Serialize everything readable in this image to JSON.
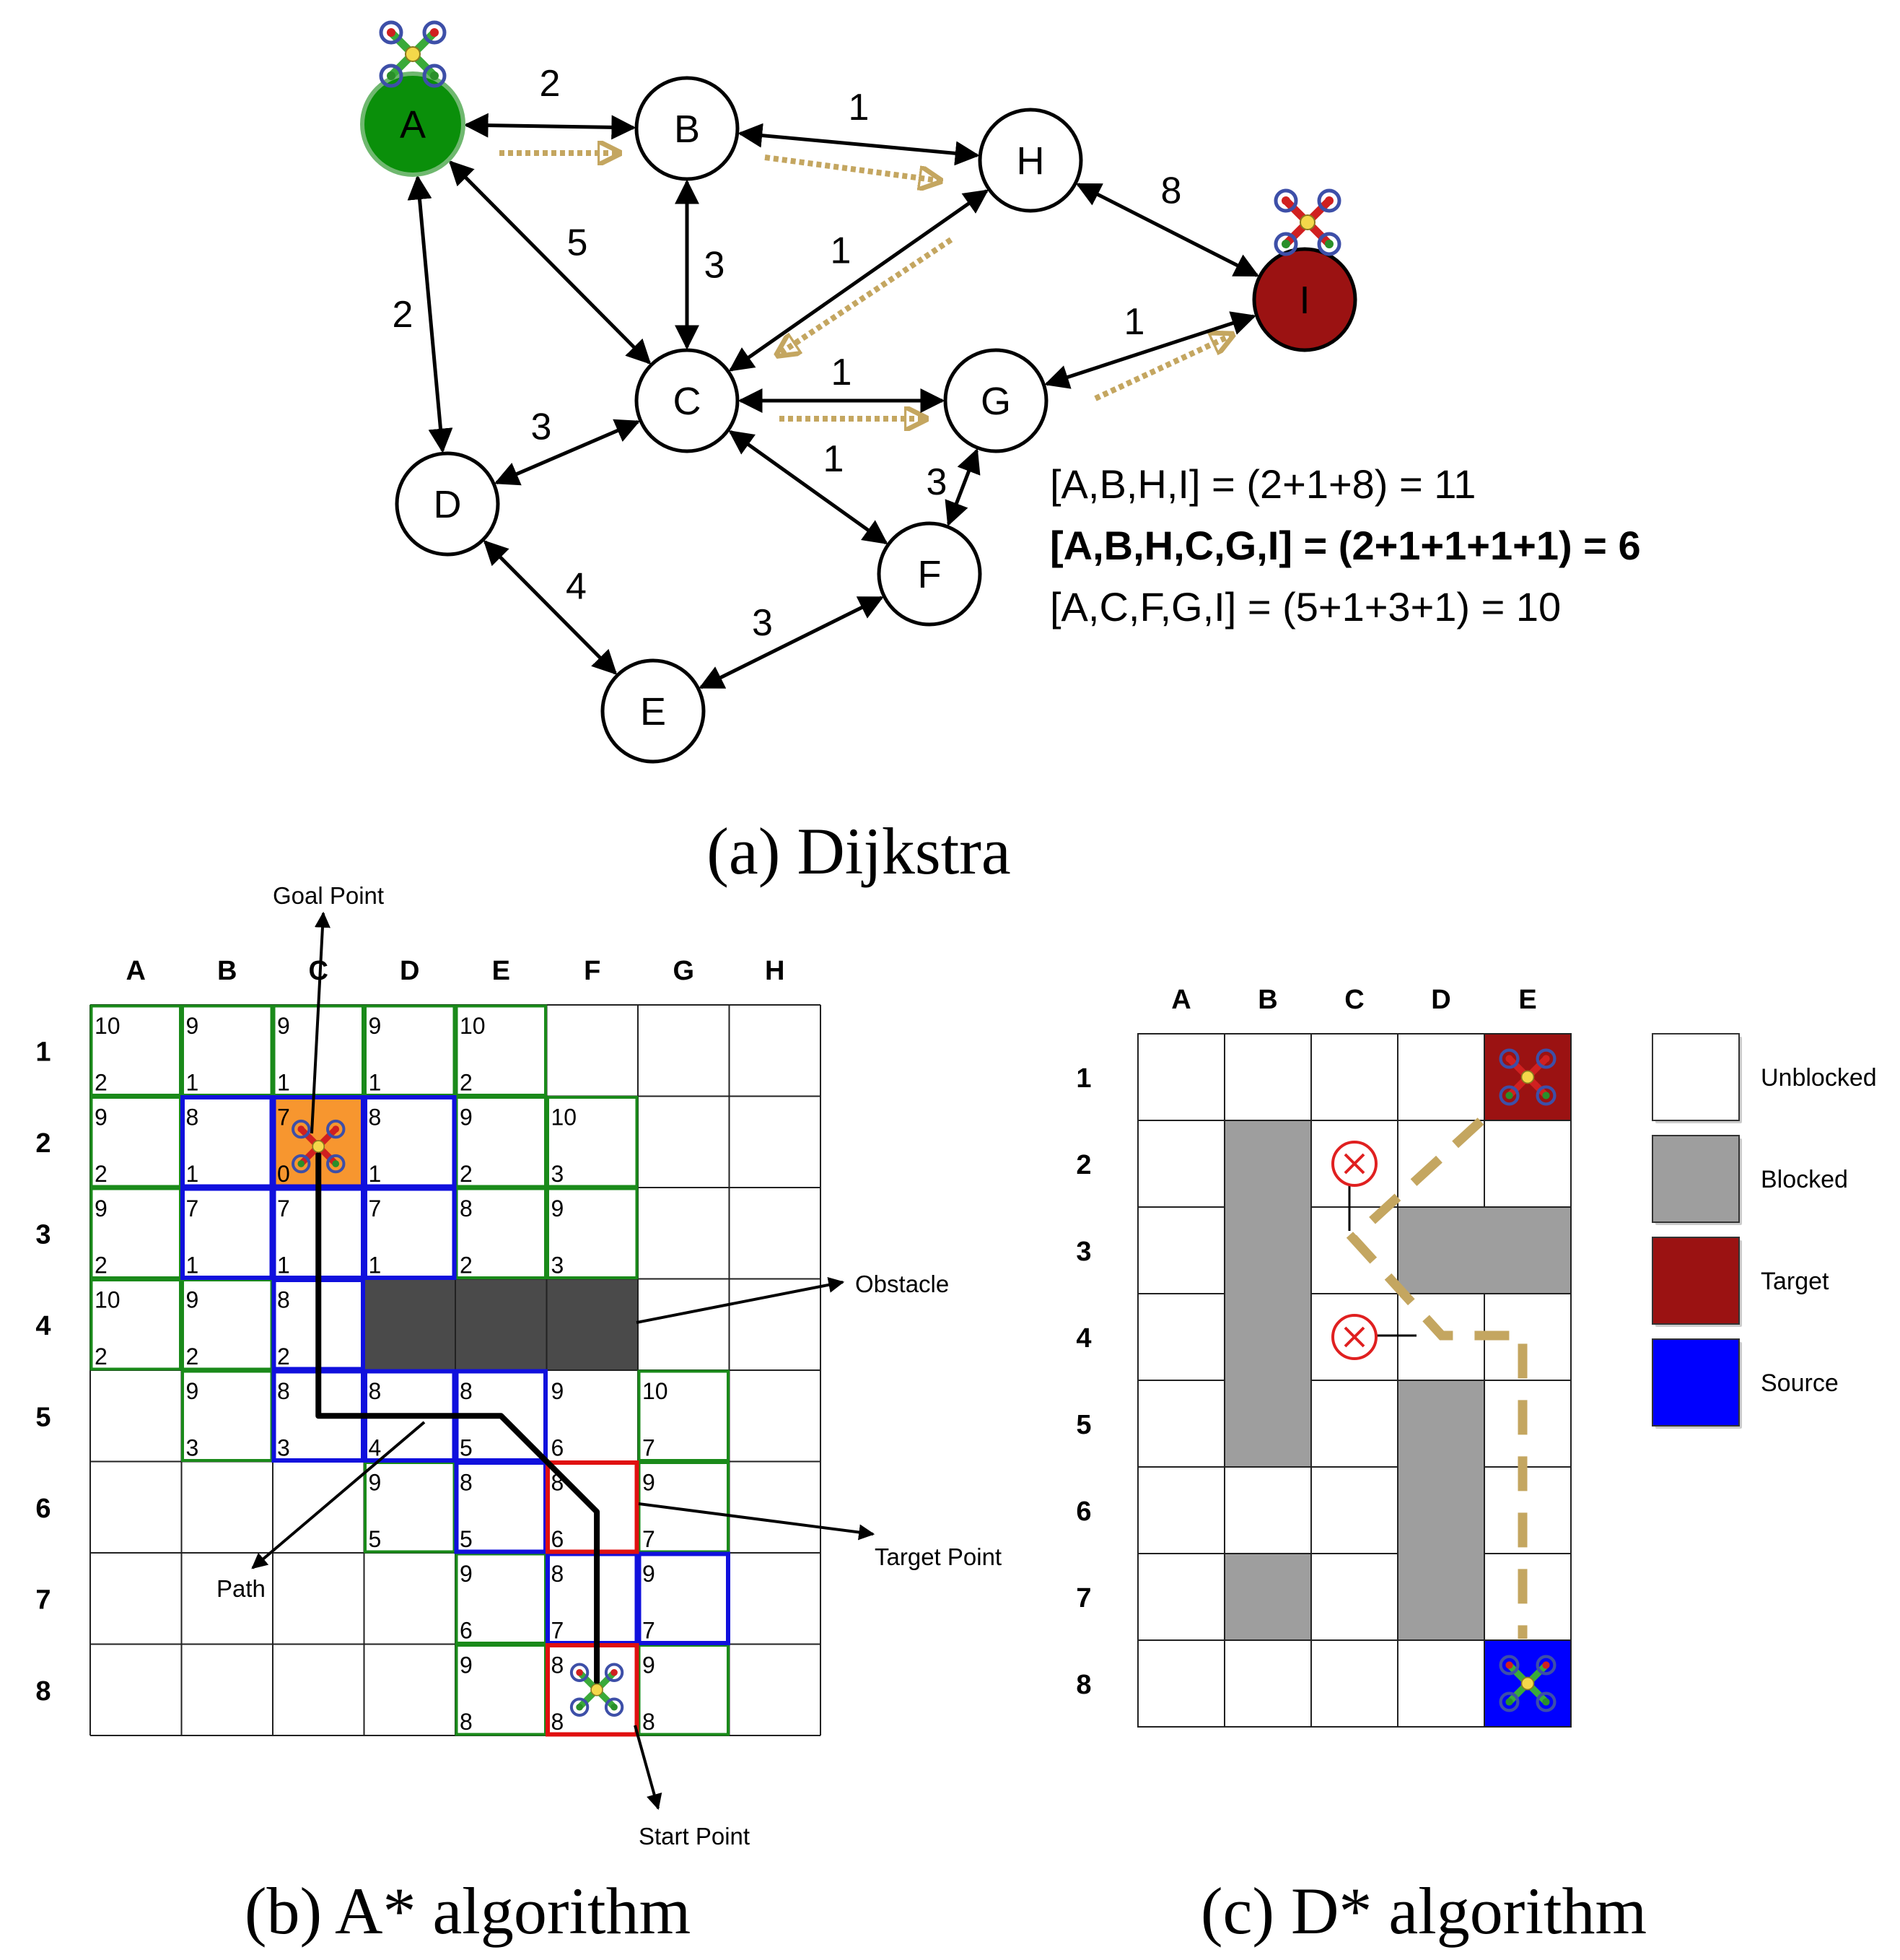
{
  "colors": {
    "start_node": "#0a8f0a",
    "target_node": "#9b1212",
    "path_arrow": "#c4a660",
    "obstacle": "#4a4a4a",
    "blocked": "#9e9e9e",
    "target_cell": "#9b1212",
    "source_cell": "#0000ff",
    "goal_cell": "#f7962f",
    "open_list": "#1a8a1a",
    "closed_list": "#1010dd",
    "current": "#e01010"
  },
  "dijkstra": {
    "caption": "(a) Dijkstra",
    "nodes": [
      {
        "id": "A",
        "label": "A"
      },
      {
        "id": "B",
        "label": "B"
      },
      {
        "id": "H",
        "label": "H"
      },
      {
        "id": "I",
        "label": "I"
      },
      {
        "id": "C",
        "label": "C"
      },
      {
        "id": "G",
        "label": "G"
      },
      {
        "id": "D",
        "label": "D"
      },
      {
        "id": "F",
        "label": "F"
      },
      {
        "id": "E",
        "label": "E"
      }
    ],
    "edges": [
      {
        "from": "A",
        "to": "B",
        "weight": "2"
      },
      {
        "from": "B",
        "to": "H",
        "weight": "1"
      },
      {
        "from": "H",
        "to": "I",
        "weight": "8"
      },
      {
        "from": "A",
        "to": "C",
        "weight": "5"
      },
      {
        "from": "B",
        "to": "C",
        "weight": "3"
      },
      {
        "from": "H",
        "to": "C",
        "weight": "1"
      },
      {
        "from": "A",
        "to": "D",
        "weight": "2"
      },
      {
        "from": "C",
        "to": "G",
        "weight": "1"
      },
      {
        "from": "G",
        "to": "I",
        "weight": "1"
      },
      {
        "from": "D",
        "to": "C",
        "weight": "3"
      },
      {
        "from": "C",
        "to": "F",
        "weight": "1"
      },
      {
        "from": "G",
        "to": "F",
        "weight": "3"
      },
      {
        "from": "D",
        "to": "E",
        "weight": "4"
      },
      {
        "from": "E",
        "to": "F",
        "weight": "3"
      }
    ],
    "route_lines": [
      {
        "text": "[A,B,H,I] = (2+1+8) = 11",
        "bold": false
      },
      {
        "text": "[A,B,H,C,G,I] = (2+1+1+1+1) = 6",
        "bold": true
      },
      {
        "text": "[A,C,F,G,I] = (5+1+3+1) = 10",
        "bold": false
      }
    ]
  },
  "astar": {
    "caption": "(b) A* algorithm",
    "columns": [
      "A",
      "B",
      "C",
      "D",
      "E",
      "F",
      "G",
      "H"
    ],
    "rows": [
      "1",
      "2",
      "3",
      "4",
      "5",
      "6",
      "7",
      "8"
    ],
    "cells": [
      {
        "col": "A",
        "row": "1",
        "top": "10",
        "bottom": "2",
        "border": "open"
      },
      {
        "col": "B",
        "row": "1",
        "top": "9",
        "bottom": "1",
        "border": "open"
      },
      {
        "col": "C",
        "row": "1",
        "top": "9",
        "bottom": "1",
        "border": "open"
      },
      {
        "col": "D",
        "row": "1",
        "top": "9",
        "bottom": "1",
        "border": "open"
      },
      {
        "col": "E",
        "row": "1",
        "top": "10",
        "bottom": "2",
        "border": "open"
      },
      {
        "col": "A",
        "row": "2",
        "top": "9",
        "bottom": "2",
        "border": "open"
      },
      {
        "col": "B",
        "row": "2",
        "top": "8",
        "bottom": "1",
        "border": "closed"
      },
      {
        "col": "C",
        "row": "2",
        "top": "7",
        "bottom": "0",
        "border": "closed",
        "fill": "goal"
      },
      {
        "col": "D",
        "row": "2",
        "top": "8",
        "bottom": "1",
        "border": "closed"
      },
      {
        "col": "E",
        "row": "2",
        "top": "9",
        "bottom": "2",
        "border": "open"
      },
      {
        "col": "F",
        "row": "2",
        "top": "10",
        "bottom": "3",
        "border": "open"
      },
      {
        "col": "A",
        "row": "3",
        "top": "9",
        "bottom": "2",
        "border": "open"
      },
      {
        "col": "B",
        "row": "3",
        "top": "7",
        "bottom": "1",
        "border": "closed"
      },
      {
        "col": "C",
        "row": "3",
        "top": "7",
        "bottom": "1",
        "border": "closed"
      },
      {
        "col": "D",
        "row": "3",
        "top": "7",
        "bottom": "1",
        "border": "closed"
      },
      {
        "col": "E",
        "row": "3",
        "top": "8",
        "bottom": "2",
        "border": "open"
      },
      {
        "col": "F",
        "row": "3",
        "top": "9",
        "bottom": "3",
        "border": "open"
      },
      {
        "col": "A",
        "row": "4",
        "top": "10",
        "bottom": "2",
        "border": "open"
      },
      {
        "col": "B",
        "row": "4",
        "top": "9",
        "bottom": "2",
        "border": "open"
      },
      {
        "col": "C",
        "row": "4",
        "top": "8",
        "bottom": "2",
        "border": "closed"
      },
      {
        "col": "D",
        "row": "4",
        "top": "",
        "bottom": "",
        "border": "none",
        "fill": "obstacle"
      },
      {
        "col": "E",
        "row": "4",
        "top": "",
        "bottom": "",
        "border": "none",
        "fill": "obstacle"
      },
      {
        "col": "F",
        "row": "4",
        "top": "",
        "bottom": "",
        "border": "none",
        "fill": "obstacle"
      },
      {
        "col": "B",
        "row": "5",
        "top": "9",
        "bottom": "3",
        "border": "open"
      },
      {
        "col": "C",
        "row": "5",
        "top": "8",
        "bottom": "3",
        "border": "closed"
      },
      {
        "col": "D",
        "row": "5",
        "top": "8",
        "bottom": "4",
        "border": "closed"
      },
      {
        "col": "E",
        "row": "5",
        "top": "8",
        "bottom": "5",
        "border": "closed"
      },
      {
        "col": "F",
        "row": "5",
        "top": "9",
        "bottom": "6",
        "border": "none"
      },
      {
        "col": "G",
        "row": "5",
        "top": "10",
        "bottom": "7",
        "border": "open"
      },
      {
        "col": "D",
        "row": "6",
        "top": "9",
        "bottom": "5",
        "border": "open"
      },
      {
        "col": "E",
        "row": "6",
        "top": "8",
        "bottom": "5",
        "border": "closed"
      },
      {
        "col": "F",
        "row": "6",
        "top": "8",
        "bottom": "6",
        "border": "current"
      },
      {
        "col": "G",
        "row": "6",
        "top": "9",
        "bottom": "7",
        "border": "open"
      },
      {
        "col": "E",
        "row": "7",
        "top": "9",
        "bottom": "6",
        "border": "open"
      },
      {
        "col": "F",
        "row": "7",
        "top": "8",
        "bottom": "7",
        "border": "closed"
      },
      {
        "col": "G",
        "row": "7",
        "top": "9",
        "bottom": "7",
        "border": "closed"
      },
      {
        "col": "E",
        "row": "8",
        "top": "9",
        "bottom": "8",
        "border": "open"
      },
      {
        "col": "F",
        "row": "8",
        "top": "8",
        "bottom": "8",
        "border": "current"
      },
      {
        "col": "G",
        "row": "8",
        "top": "9",
        "bottom": "8",
        "border": "open"
      }
    ],
    "path": [
      [
        "C",
        "2"
      ],
      [
        "C",
        "5"
      ],
      [
        "E",
        "5"
      ],
      [
        "F",
        "6"
      ],
      [
        "F",
        "8"
      ]
    ],
    "labels": {
      "goal": "Goal Point",
      "obstacle": "Obstacle",
      "target": "Target Point",
      "path": "Path",
      "start": "Start Point"
    }
  },
  "dstar": {
    "caption": "(c) D* algorithm",
    "columns": [
      "A",
      "B",
      "C",
      "D",
      "E"
    ],
    "rows": [
      "1",
      "2",
      "3",
      "4",
      "5",
      "6",
      "7",
      "8"
    ],
    "blocked": [
      [
        "B",
        "2"
      ],
      [
        "B",
        "3"
      ],
      [
        "B",
        "4"
      ],
      [
        "B",
        "5"
      ],
      [
        "D",
        "3"
      ],
      [
        "E",
        "3"
      ],
      [
        "D",
        "5"
      ],
      [
        "D",
        "6"
      ],
      [
        "B",
        "7"
      ],
      [
        "D",
        "7"
      ]
    ],
    "target": [
      "E",
      "1"
    ],
    "source": [
      "E",
      "8"
    ],
    "rejected": [
      [
        "C",
        "2"
      ],
      [
        "C",
        "4"
      ]
    ],
    "legend": [
      {
        "key": "unblocked",
        "label": "Unblocked",
        "color": "#ffffff"
      },
      {
        "key": "blocked",
        "label": "Blocked",
        "color": "#9e9e9e"
      },
      {
        "key": "target",
        "label": "Target",
        "color": "#9b1212"
      },
      {
        "key": "source",
        "label": "Source",
        "color": "#0000ff"
      }
    ]
  },
  "icons": {
    "drone": "quadcopter-icon",
    "rejected": "x-circle-icon"
  }
}
